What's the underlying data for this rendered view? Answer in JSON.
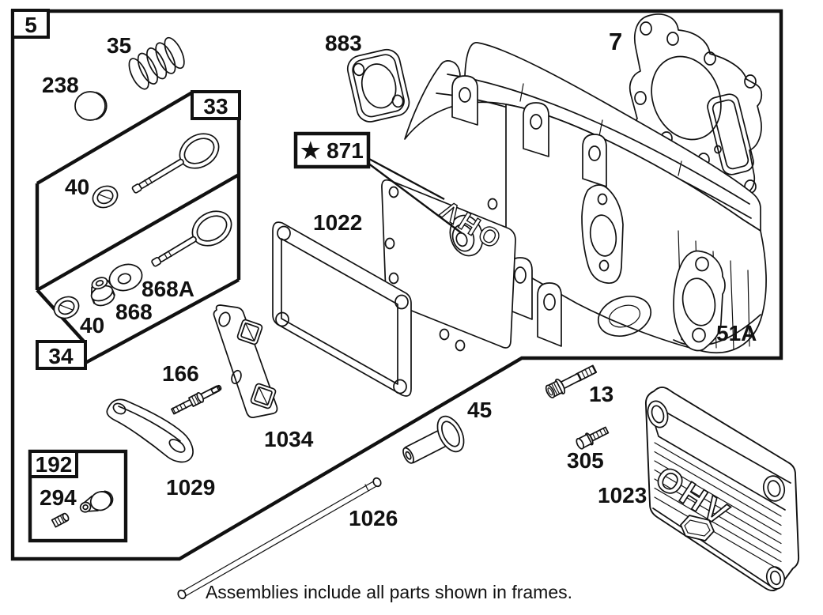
{
  "diagram": {
    "figure_frame_label": "5",
    "caption": "Assemblies include all parts shown in frames.",
    "callout_871": "★ 871",
    "frames": {
      "intake_valve_frame": "33",
      "exhaust_valve_frame": "34",
      "rocker_adjuster_frame": "192"
    },
    "labels": {
      "valve_spring": "35",
      "valve_cap": "238",
      "valve_seal_intake": "40",
      "valve_seal_exhaust": "40",
      "guide_washer": "868A",
      "valve_guide": "868",
      "port_gasket": "883",
      "head_gasket": "7",
      "cover_gasket": "1022",
      "exhaust_gasket": "51A",
      "rocker_screw": "166",
      "head_bolt": "13",
      "tappet": "45",
      "push_rod_guide_plate": "1034",
      "cover_screw": "305",
      "rocker_adjuster_parts": "294",
      "rocker_arm": "1029",
      "valve_cover": "1023",
      "push_rod": "1026"
    },
    "emboss": {
      "head_ohv": "OHV",
      "cover_ohv": "OHV"
    },
    "colors": {
      "ink": "#111111",
      "paper": "#ffffff"
    }
  }
}
